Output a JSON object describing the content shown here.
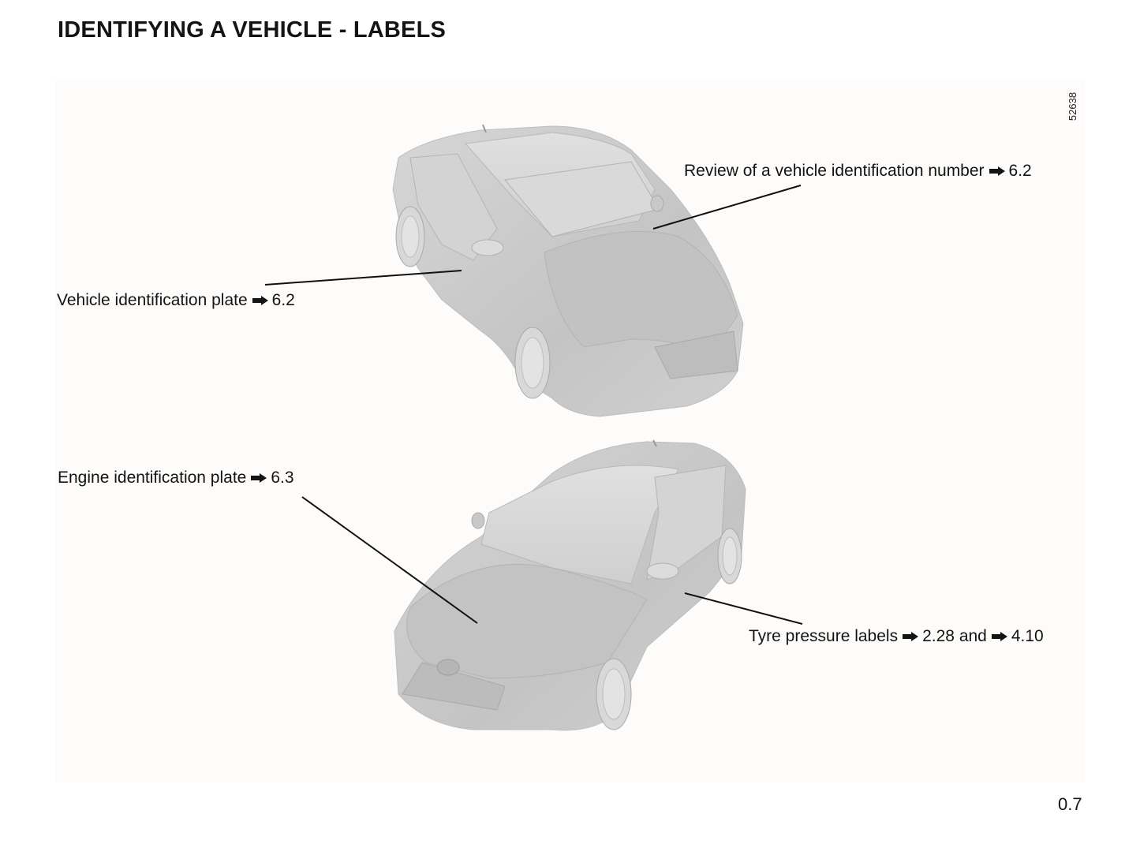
{
  "page": {
    "title": "IDENTIFYING A VEHICLE - LABELS",
    "page_number": "0.7"
  },
  "figure": {
    "figure_id": "52638",
    "background": "#fdfcfb",
    "car_body_color": "#c9c9c9",
    "leader_line_color": "#111111",
    "illustrations": [
      {
        "name": "car-rear-left-view",
        "description": "Car viewed from front-left, upper"
      },
      {
        "name": "car-front-left-view",
        "description": "Car viewed from front-left, lower"
      }
    ],
    "callouts": [
      {
        "text": "Review of a vehicle identification number",
        "arrow_icon": "reference-arrow-icon",
        "ref": "6.2"
      },
      {
        "text": "Vehicle identification plate",
        "arrow_icon": "reference-arrow-icon",
        "ref": "6.2"
      },
      {
        "text": "Engine identification plate",
        "arrow_icon": "reference-arrow-icon",
        "ref": "6.3"
      },
      {
        "text": "Tyre pressure labels",
        "arrow_icon": "reference-arrow-icon",
        "ref": "2.28",
        "joiner": "and",
        "ref2": "4.10"
      }
    ]
  }
}
